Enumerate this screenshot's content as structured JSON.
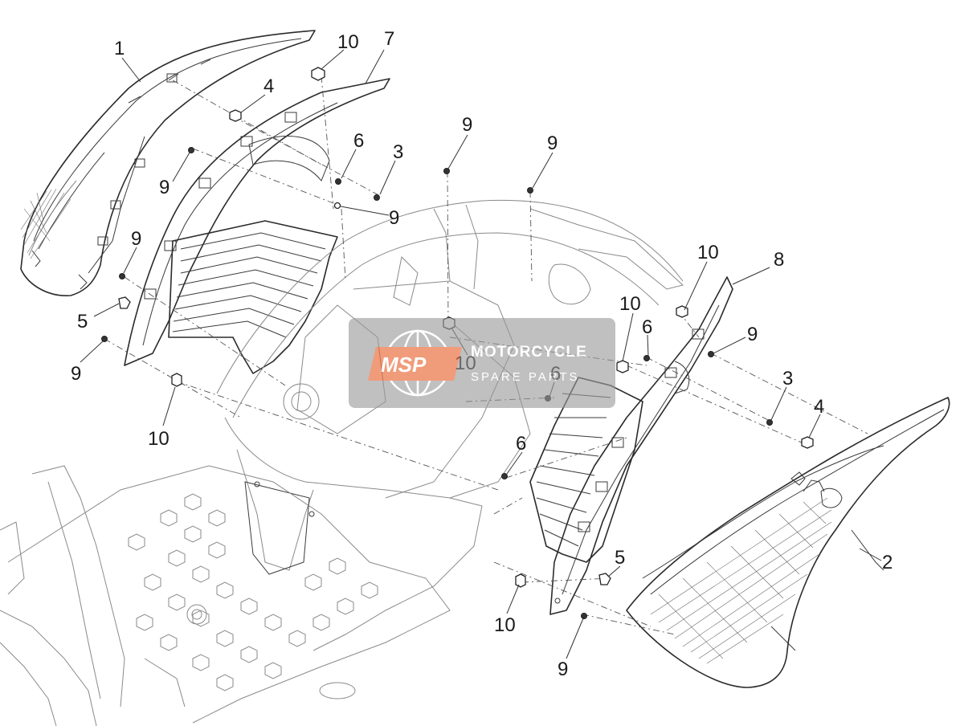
{
  "diagram": {
    "callouts": [
      {
        "id": "c1",
        "label": "1"
      },
      {
        "id": "c10a",
        "label": "10"
      },
      {
        "id": "c7",
        "label": "7"
      },
      {
        "id": "c4a",
        "label": "4"
      },
      {
        "id": "c9a",
        "label": "9"
      },
      {
        "id": "c6a",
        "label": "6"
      },
      {
        "id": "c3a",
        "label": "3"
      },
      {
        "id": "c9b",
        "label": "9"
      },
      {
        "id": "c9c",
        "label": "9"
      },
      {
        "id": "c9d",
        "label": "9"
      },
      {
        "id": "c9e",
        "label": "9"
      },
      {
        "id": "c5a",
        "label": "5"
      },
      {
        "id": "c9f",
        "label": "9"
      },
      {
        "id": "c10b",
        "label": "10"
      },
      {
        "id": "c10c",
        "label": "10"
      },
      {
        "id": "c10d",
        "label": "10"
      },
      {
        "id": "c8",
        "label": "8"
      },
      {
        "id": "c10e",
        "label": "10"
      },
      {
        "id": "c6b",
        "label": "6"
      },
      {
        "id": "c9g",
        "label": "9"
      },
      {
        "id": "c6c",
        "label": "6"
      },
      {
        "id": "c3b",
        "label": "3"
      },
      {
        "id": "c4b",
        "label": "4"
      },
      {
        "id": "c6d",
        "label": "6"
      },
      {
        "id": "c2",
        "label": "2"
      },
      {
        "id": "c5b",
        "label": "5"
      },
      {
        "id": "c10f",
        "label": "10"
      },
      {
        "id": "c9h",
        "label": "9"
      }
    ]
  },
  "watermark": {
    "logo_text": "MSP",
    "line1": "MOTORCYCLE",
    "line2": "SPARE PARTS",
    "accent_color": "#e8612c",
    "panel_color": "#9a9a9a"
  }
}
